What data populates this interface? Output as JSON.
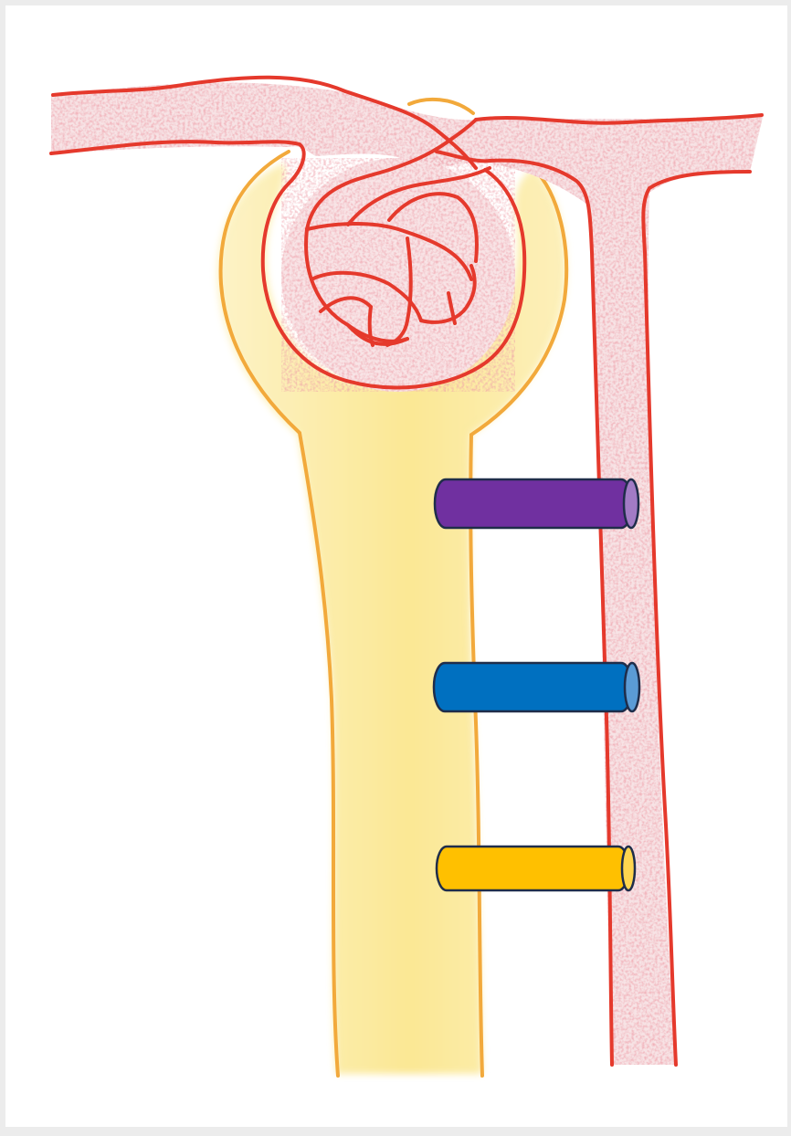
{
  "diagram": {
    "colors": {
      "background": "#ffffff",
      "frame": "#ececec",
      "vessel_outline": "#e5392c",
      "vessel_fill": "#f3d3d6",
      "tubule_outline": "#f2a93b",
      "tubule_fill": "#fbe99a"
    },
    "channels": [
      {
        "id": "purple",
        "fill": "#7030a0",
        "cap": "#a27bc5"
      },
      {
        "id": "blue",
        "fill": "#0070c0",
        "cap": "#5b9bd5"
      },
      {
        "id": "yellow",
        "fill": "#ffc000",
        "cap": "#ffd54f"
      }
    ]
  }
}
